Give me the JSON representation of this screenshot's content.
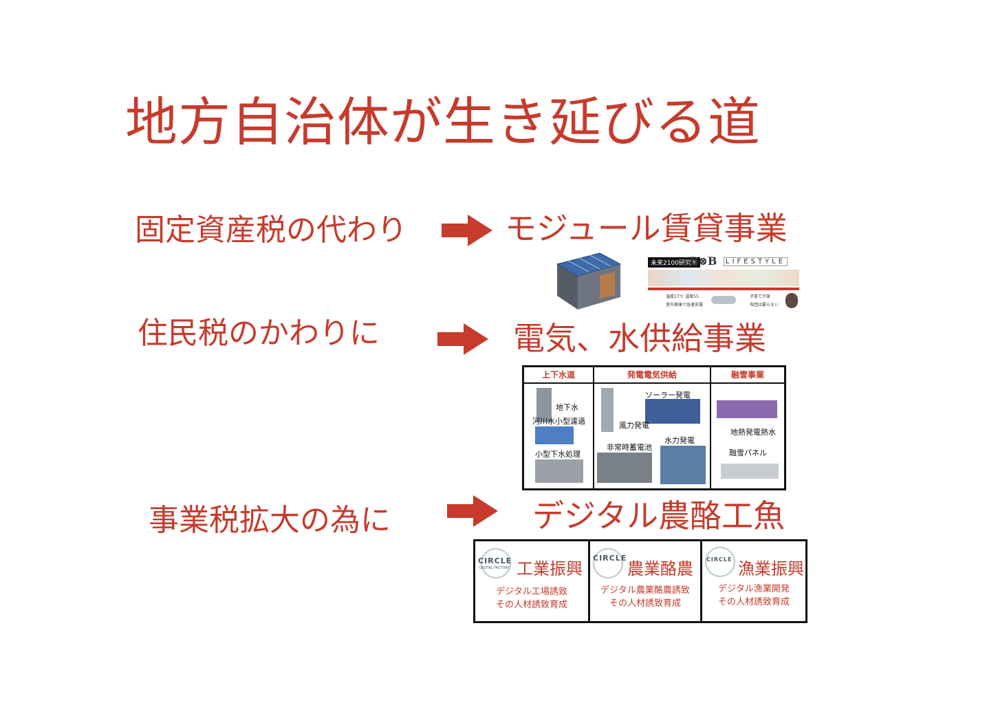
{
  "title": "地方自治体が生き延びる道",
  "rows": [
    {
      "label": "固定資産税の代わり",
      "target": "モジュール賃貸事業"
    },
    {
      "label": "住民税のかわりに",
      "target": "電気、水供給事業"
    },
    {
      "label": "事業税拡大の為に",
      "target": "デジタル農酪工魚"
    }
  ],
  "lifestyle": {
    "tag": "未来2100研究所",
    "bob": "B⊗B",
    "word": "LIFESTYLE",
    "note1": "温度27℃ 湿度55",
    "note2": "室内車庫で急速充電",
    "note3": "子育てが楽",
    "note4": "布団は要らない"
  },
  "infra": {
    "headers": [
      "上下水道",
      "発電電気供給",
      "融雪事業"
    ],
    "water_labels": [
      "地下水",
      "河川水小型濾過",
      "小型下水処理"
    ],
    "power_labels": [
      "ソーラー発電",
      "風力発電",
      "非常時蓄電池",
      "水力発電"
    ],
    "snow_labels": [
      "地熱発電熱水",
      "融雪パネル"
    ]
  },
  "sectors": [
    {
      "logo": "CIRCLE",
      "logo_sub": "DIGITAL FACTORY",
      "title": "工業振興",
      "line1": "デジタル工場誘致",
      "line2": "その人材誘致育成"
    },
    {
      "logo": "CIRCLE",
      "logo_sub": "",
      "title": "農業酪農",
      "line1": "デジタル農業酪農誘致",
      "line2": "その人材誘致育成"
    },
    {
      "logo": "CIRCLE",
      "logo_sub": "",
      "title": "漁業振興",
      "line1": "デジタル漁業開発",
      "line2": "その人材誘致育成"
    }
  ],
  "colors": {
    "accent": "#c63b2c",
    "border": "#111111"
  }
}
